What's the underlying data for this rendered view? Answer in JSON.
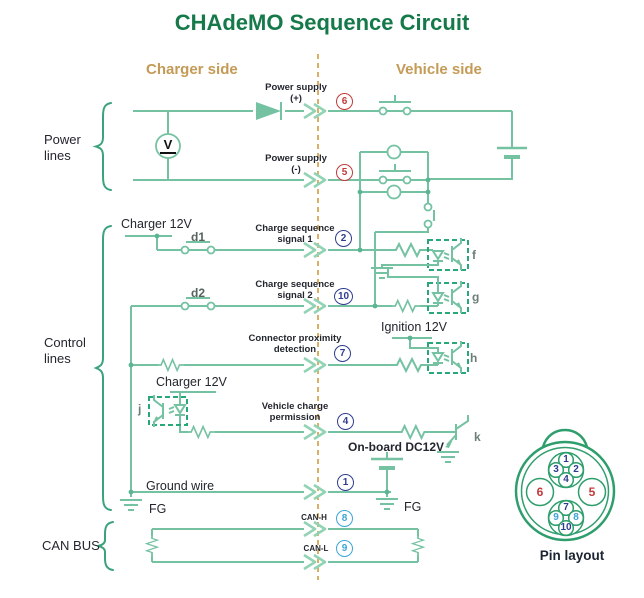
{
  "title": "CHAdeMO Sequence Circuit",
  "headers": {
    "charger": "Charger side",
    "vehicle": "Vehicle side"
  },
  "section_labels": {
    "power": "Power lines",
    "control": "Control lines",
    "can": "CAN BUS"
  },
  "lines": [
    {
      "name": "power-supply-plus",
      "label": "Power supply (+)",
      "pin": "6",
      "pin_color": "red"
    },
    {
      "name": "power-supply-minus",
      "label": "Power supply (-)",
      "pin": "5",
      "pin_color": "red"
    },
    {
      "name": "charge-sequence-signal-1",
      "label": "Charge sequence signal 1",
      "pin": "2",
      "pin_color": "navy"
    },
    {
      "name": "charge-sequence-signal-2",
      "label": "Charge sequence signal 2",
      "pin": "10",
      "pin_color": "navy"
    },
    {
      "name": "connector-proximity-detection",
      "label": "Connector proximity detection",
      "pin": "7",
      "pin_color": "navy"
    },
    {
      "name": "vehicle-charge-permission",
      "label": "Vehicle charge permission",
      "pin": "4",
      "pin_color": "navy"
    },
    {
      "name": "ground-wire",
      "label": "Ground wire",
      "pin": "1",
      "pin_color": "navy"
    },
    {
      "name": "can-h",
      "label": "CAN-H",
      "pin": "8",
      "pin_color": "blue"
    },
    {
      "name": "can-l",
      "label": "CAN-L",
      "pin": "9",
      "pin_color": "blue"
    }
  ],
  "component_labels": {
    "voltmeter": "V",
    "d1": "d1",
    "d2": "d2",
    "f": "f",
    "g": "g",
    "h": "h",
    "j": "j",
    "k": "k"
  },
  "supply_labels": {
    "charger_12v_top": "Charger 12V",
    "charger_12v_bottom": "Charger 12V",
    "ignition_12v": "Ignition 12V",
    "onboard_dc12v": "On-board DC12V"
  },
  "ground_labels": {
    "charger_fg": "FG",
    "vehicle_fg": "FG"
  },
  "pin_layout": {
    "caption": "Pin layout",
    "pins": [
      {
        "n": "1",
        "color": "navy"
      },
      {
        "n": "2",
        "color": "navy"
      },
      {
        "n": "3",
        "color": "navy"
      },
      {
        "n": "4",
        "color": "navy"
      },
      {
        "n": "5",
        "color": "red"
      },
      {
        "n": "6",
        "color": "red"
      },
      {
        "n": "7",
        "color": "navy"
      },
      {
        "n": "8",
        "color": "blue"
      },
      {
        "n": "9",
        "color": "blue"
      },
      {
        "n": "10",
        "color": "navy"
      }
    ]
  },
  "colors": {
    "wire_green": "#74c2a2",
    "accent_green": "#3ba37b",
    "title_green": "#15794a",
    "side_tan": "#c49a56",
    "dash_tan": "#d9b066",
    "pin_red": "#c13a3a",
    "pin_navy": "#2e3d8f",
    "pin_blue": "#3aa6d8",
    "text_dark": "#23262e"
  }
}
